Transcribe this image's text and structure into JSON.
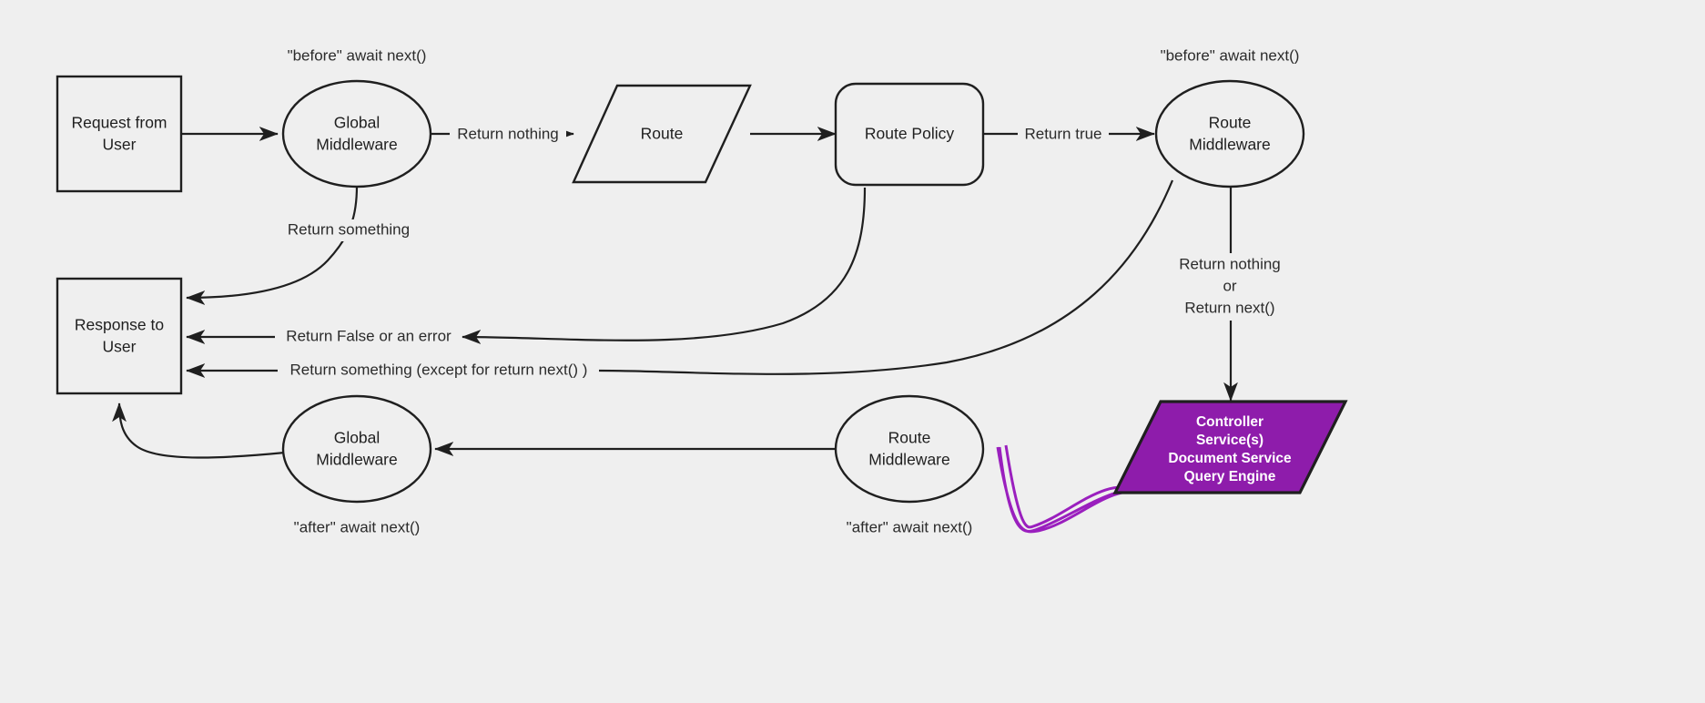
{
  "diagram": {
    "title": "Middleware request/response lifecycle flowchart",
    "background_color": "#efefef",
    "stroke_color": "#1f1f1f",
    "accent_color": "#8E1CAB",
    "accent_connector_color": "#9A1FBE"
  },
  "nodes": {
    "request_from_user": {
      "line1": "Request from",
      "line2": "User",
      "shape": "rectangle"
    },
    "global_middleware_top": {
      "line1": "Global",
      "line2": "Middleware",
      "shape": "ellipse"
    },
    "route": {
      "line1": "Route",
      "shape": "parallelogram"
    },
    "route_policy": {
      "line1": "Route Policy",
      "shape": "rounded-rectangle"
    },
    "route_middleware_top": {
      "line1": "Route",
      "line2": "Middleware",
      "shape": "ellipse"
    },
    "controller_services": {
      "line1": "Controller",
      "line2": "Service(s)",
      "line3": "Document Service",
      "line4": "Query Engine",
      "shape": "parallelogram",
      "fill": "#8E1CAB",
      "text_color": "#ffffff"
    },
    "response_to_user": {
      "line1": "Response to",
      "line2": "User",
      "shape": "rectangle"
    },
    "global_middleware_bottom": {
      "line1": "Global",
      "line2": "Middleware",
      "shape": "ellipse"
    },
    "route_middleware_bottom": {
      "line1": "Route",
      "line2": "Middleware",
      "shape": "ellipse"
    }
  },
  "annotations": {
    "before_await_next_global": "\"before\" await next()",
    "before_await_next_route": "\"before\" await next()",
    "after_await_next_global": "\"after\" await next()",
    "after_await_next_route": "\"after\" await next()"
  },
  "edge_labels": {
    "return_nothing": "Return nothing",
    "return_true": "Return true",
    "return_something": "Return something",
    "return_false_or_error": "Return False or an error",
    "return_something_except_next": "Return something (except for return next() )",
    "return_nothing_or_next_1": "Return nothing",
    "return_nothing_or_next_2": "or",
    "return_nothing_or_next_3": "Return next()"
  }
}
